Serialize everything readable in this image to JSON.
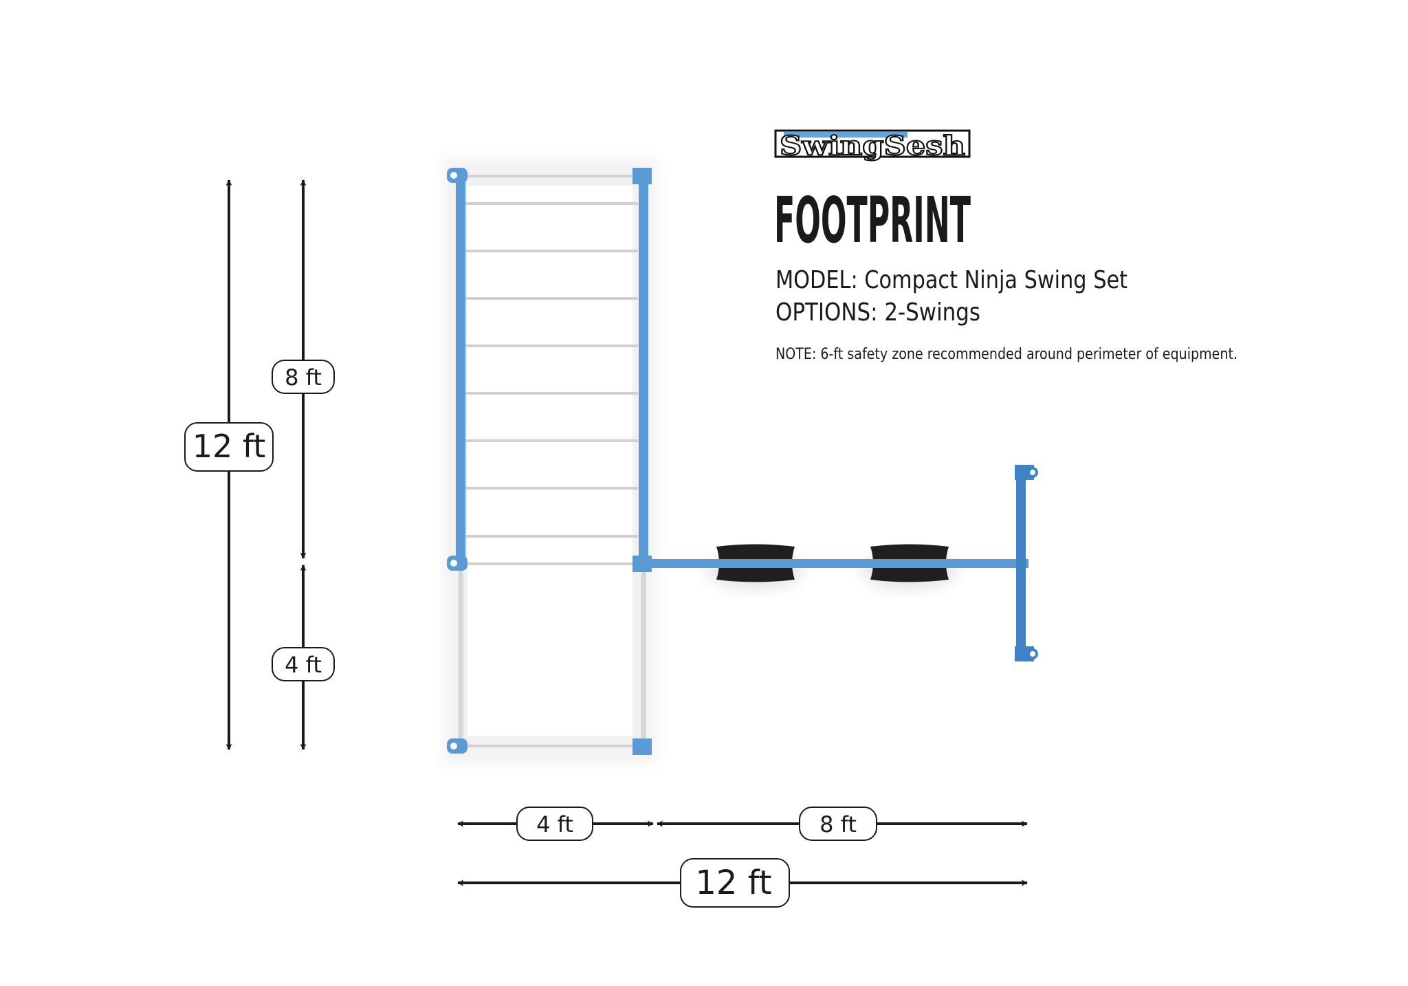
{
  "brand": {
    "logo_text": "SwingSesh"
  },
  "title": "FOOTPRINT",
  "model_line": "MODEL: Compact Ninja Swing Set",
  "options_line": "OPTIONS: 2-Swings",
  "note_line": "NOTE: 6-ft safety zone recommended around perimeter of equipment.",
  "dimensions": {
    "vertical_total": "12 ft",
    "vertical_upper": "8 ft",
    "vertical_lower": "4 ft",
    "horizontal_left": "4 ft",
    "horizontal_right": "8 ft",
    "horizontal_total": "12 ft"
  },
  "colors": {
    "frame_blue": "#5b9bd5",
    "t_post_blue": "#3f83c6",
    "rung_gray": "#d4d4d4",
    "seat_black": "#1f1f1f",
    "ink": "#1a1a1a"
  }
}
